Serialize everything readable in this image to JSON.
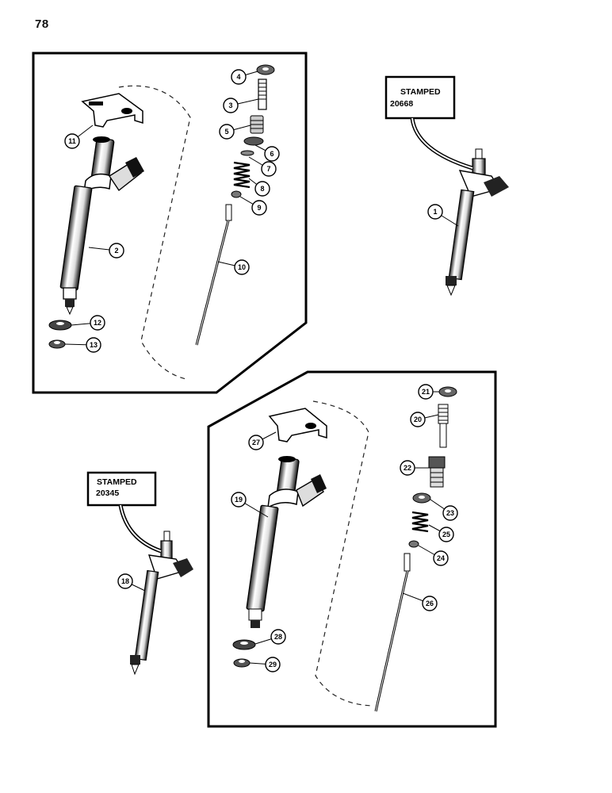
{
  "page_number": "78",
  "stamps": {
    "upper": {
      "line1": "STAMPED",
      "line2": "20668"
    },
    "lower": {
      "line1": "STAMPED",
      "line2": "20345"
    }
  },
  "callouts": [
    "1",
    "2",
    "3",
    "4",
    "5",
    "6",
    "7",
    "8",
    "9",
    "10",
    "11",
    "12",
    "13",
    "18",
    "19",
    "20",
    "21",
    "22",
    "23",
    "24",
    "25",
    "26",
    "27",
    "28",
    "29"
  ]
}
